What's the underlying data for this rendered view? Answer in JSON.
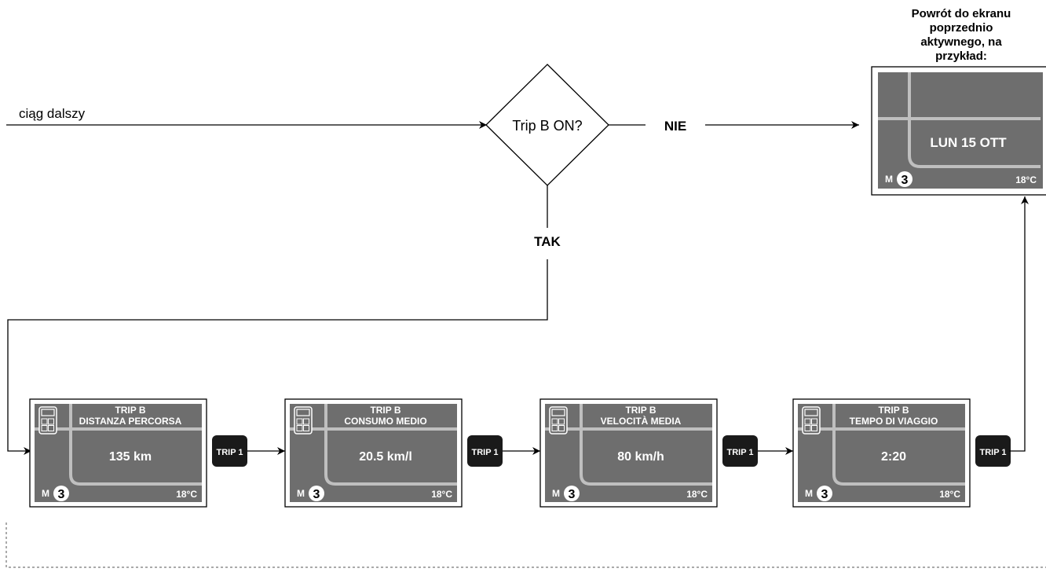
{
  "flow": {
    "continue_label": "ciąg dalszy",
    "decision": "Trip B ON?",
    "no_label": "NIE",
    "yes_label": "TAK",
    "return_note": [
      "Powrót do ekranu",
      "poprzednio",
      "aktywnego, na",
      "przykład:"
    ]
  },
  "return_screen": {
    "value": "LUN 15 OTT",
    "mode_letter": "M",
    "mode_number": "3",
    "temperature": "18°C"
  },
  "screens": [
    {
      "title": "TRIP B",
      "subtitle": "DISTANZA PERCORSA",
      "value": "135 km",
      "mode_letter": "M",
      "mode_number": "3",
      "temperature": "18°C"
    },
    {
      "title": "TRIP B",
      "subtitle": "CONSUMO MEDIO",
      "value": "20.5 km/l",
      "mode_letter": "M",
      "mode_number": "3",
      "temperature": "18°C"
    },
    {
      "title": "TRIP B",
      "subtitle": "VELOCITÀ MEDIA",
      "value": "80 km/h",
      "mode_letter": "M",
      "mode_number": "3",
      "temperature": "18°C"
    },
    {
      "title": "TRIP B",
      "subtitle": "TEMPO DI VIAGGIO",
      "value": "2:20",
      "mode_letter": "M",
      "mode_number": "3",
      "temperature": "18°C"
    }
  ],
  "trip_button_label": "TRIP 1",
  "icons": {
    "screen_corner": "trip-computer-icon",
    "button": "trip-button-icon"
  },
  "colors": {
    "screen_bg": "#6e6e6e",
    "road": "#bfbfbf",
    "button": "#1a1a1a",
    "line": "#000000"
  }
}
